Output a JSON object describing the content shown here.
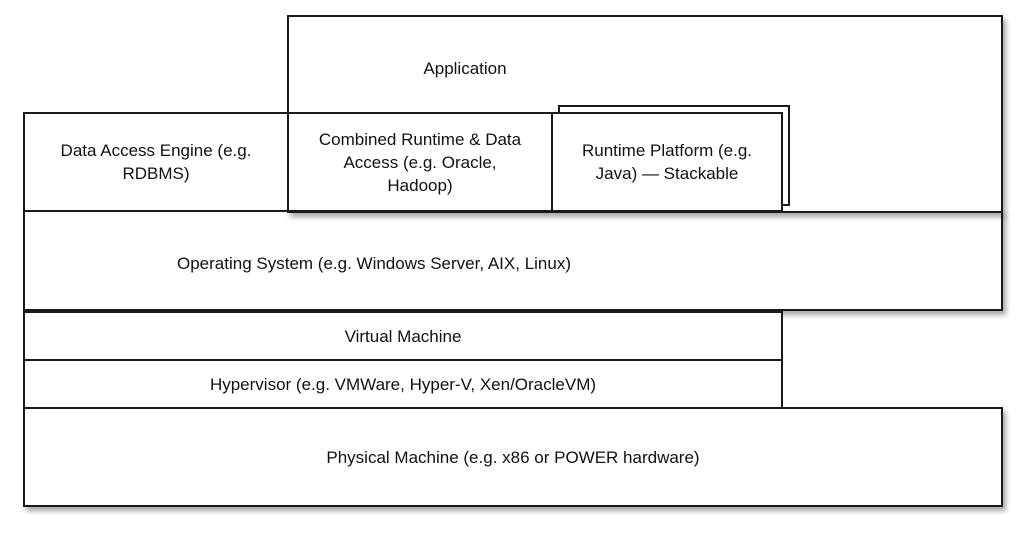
{
  "diagram": {
    "layers": {
      "application": "Application",
      "data_access_engine": "Data Access Engine (e.g.\nRDBMS)",
      "combined_runtime": "Combined Runtime & Data\nAccess (e.g. Oracle,\nHadoop)",
      "runtime_platform": "Runtime Platform (e.g.\nJava) — Stackable",
      "operating_system": "Operating System (e.g. Windows Server, AIX, Linux)",
      "virtual_machine": "Virtual Machine",
      "hypervisor": "Hypervisor (e.g. VMWare, Hyper-V, Xen/OracleVM)",
      "physical_machine": "Physical Machine (e.g. x86 or POWER hardware)"
    }
  }
}
